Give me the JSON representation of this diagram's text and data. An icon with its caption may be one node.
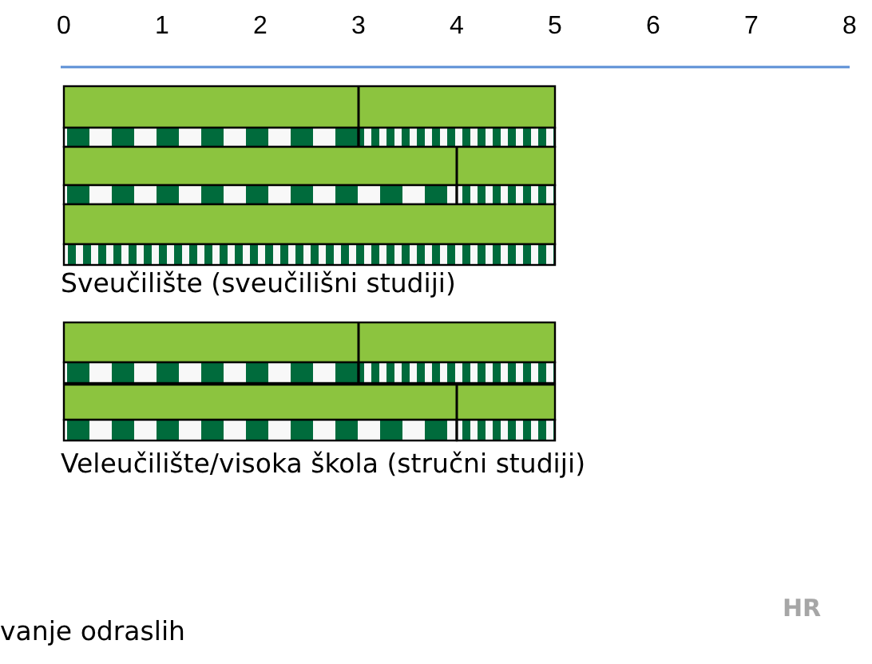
{
  "diagram": {
    "labels": [
      "0",
      "1",
      "2",
      "3",
      "4",
      "5",
      "6",
      "7",
      "8",
      "Sveučilište (sveučilišni studiji)",
      "Veleučilište/visoka škola (stručni studiji)",
      "vanje odraslih",
      "HR"
    ]
  }
}
